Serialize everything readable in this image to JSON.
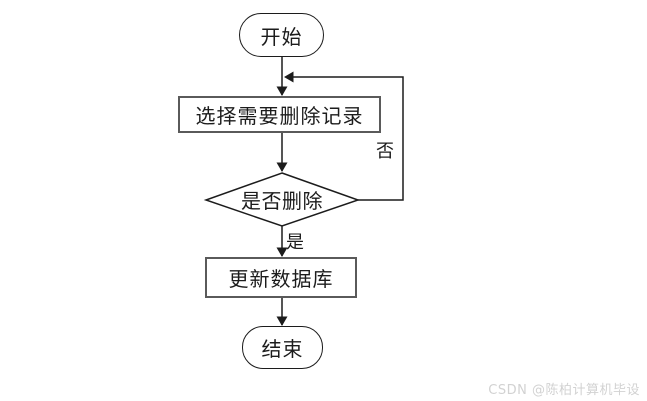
{
  "flowchart": {
    "nodes": [
      {
        "id": "start",
        "type": "terminator",
        "label": "开始"
      },
      {
        "id": "select-records",
        "type": "process",
        "label": "选择需要删除记录"
      },
      {
        "id": "delete-decision",
        "type": "decision",
        "label": "是否删除"
      },
      {
        "id": "update-database",
        "type": "process",
        "label": "更新数据库"
      },
      {
        "id": "end",
        "type": "terminator",
        "label": "结束"
      }
    ],
    "edges": [
      {
        "from": "start",
        "to": "select-records",
        "label": ""
      },
      {
        "from": "select-records",
        "to": "delete-decision",
        "label": ""
      },
      {
        "from": "delete-decision",
        "to": "update-database",
        "label": "是"
      },
      {
        "from": "delete-decision",
        "to": "select-records",
        "label": "否"
      },
      {
        "from": "update-database",
        "to": "end",
        "label": ""
      }
    ],
    "colors": {
      "background": "#ffffff",
      "line": "#1c1c1c",
      "process_border": "#5a5a5a",
      "text": "#1c1c1c"
    }
  },
  "watermark": {
    "text": "CSDN @陈柏计算机毕设",
    "color": "#d2d2d2"
  }
}
